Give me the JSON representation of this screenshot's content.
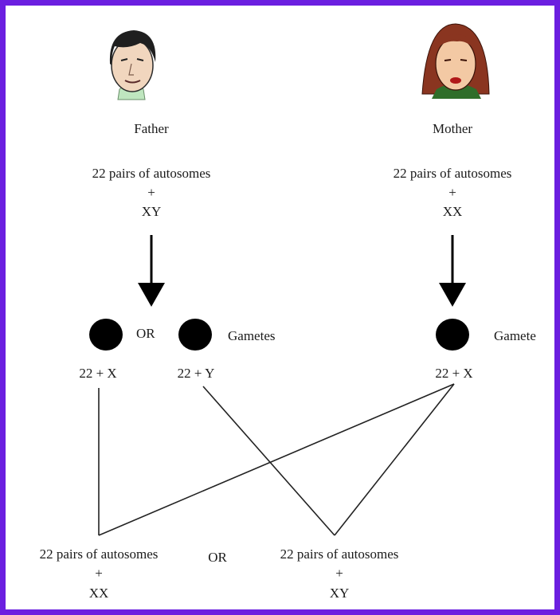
{
  "colors": {
    "border": "#6b1fe0",
    "ink": "#000000",
    "text": "#1a1a1a"
  },
  "father": {
    "label": "Father",
    "chromosomes": "22 pairs of autosomes",
    "plus": "+",
    "sex": "XY",
    "icon": "man-portrait-icon"
  },
  "mother": {
    "label": "Mother",
    "chromosomes": "22 pairs of autosomes",
    "plus": "+",
    "sex": "XX",
    "icon": "woman-portrait-icon"
  },
  "gametes": {
    "or_label": "OR",
    "father_label": "Gametes",
    "mother_label": "Gamete",
    "father_x": "22 + X",
    "father_y": "22 + Y",
    "mother_x": "22 + X"
  },
  "offspring": {
    "or_label": "OR",
    "female": {
      "chromosomes": "22 pairs of autosomes",
      "plus": "+",
      "sex": "XX"
    },
    "male": {
      "chromosomes": "22 pairs of autosomes",
      "plus": "+",
      "sex": "XY"
    }
  }
}
